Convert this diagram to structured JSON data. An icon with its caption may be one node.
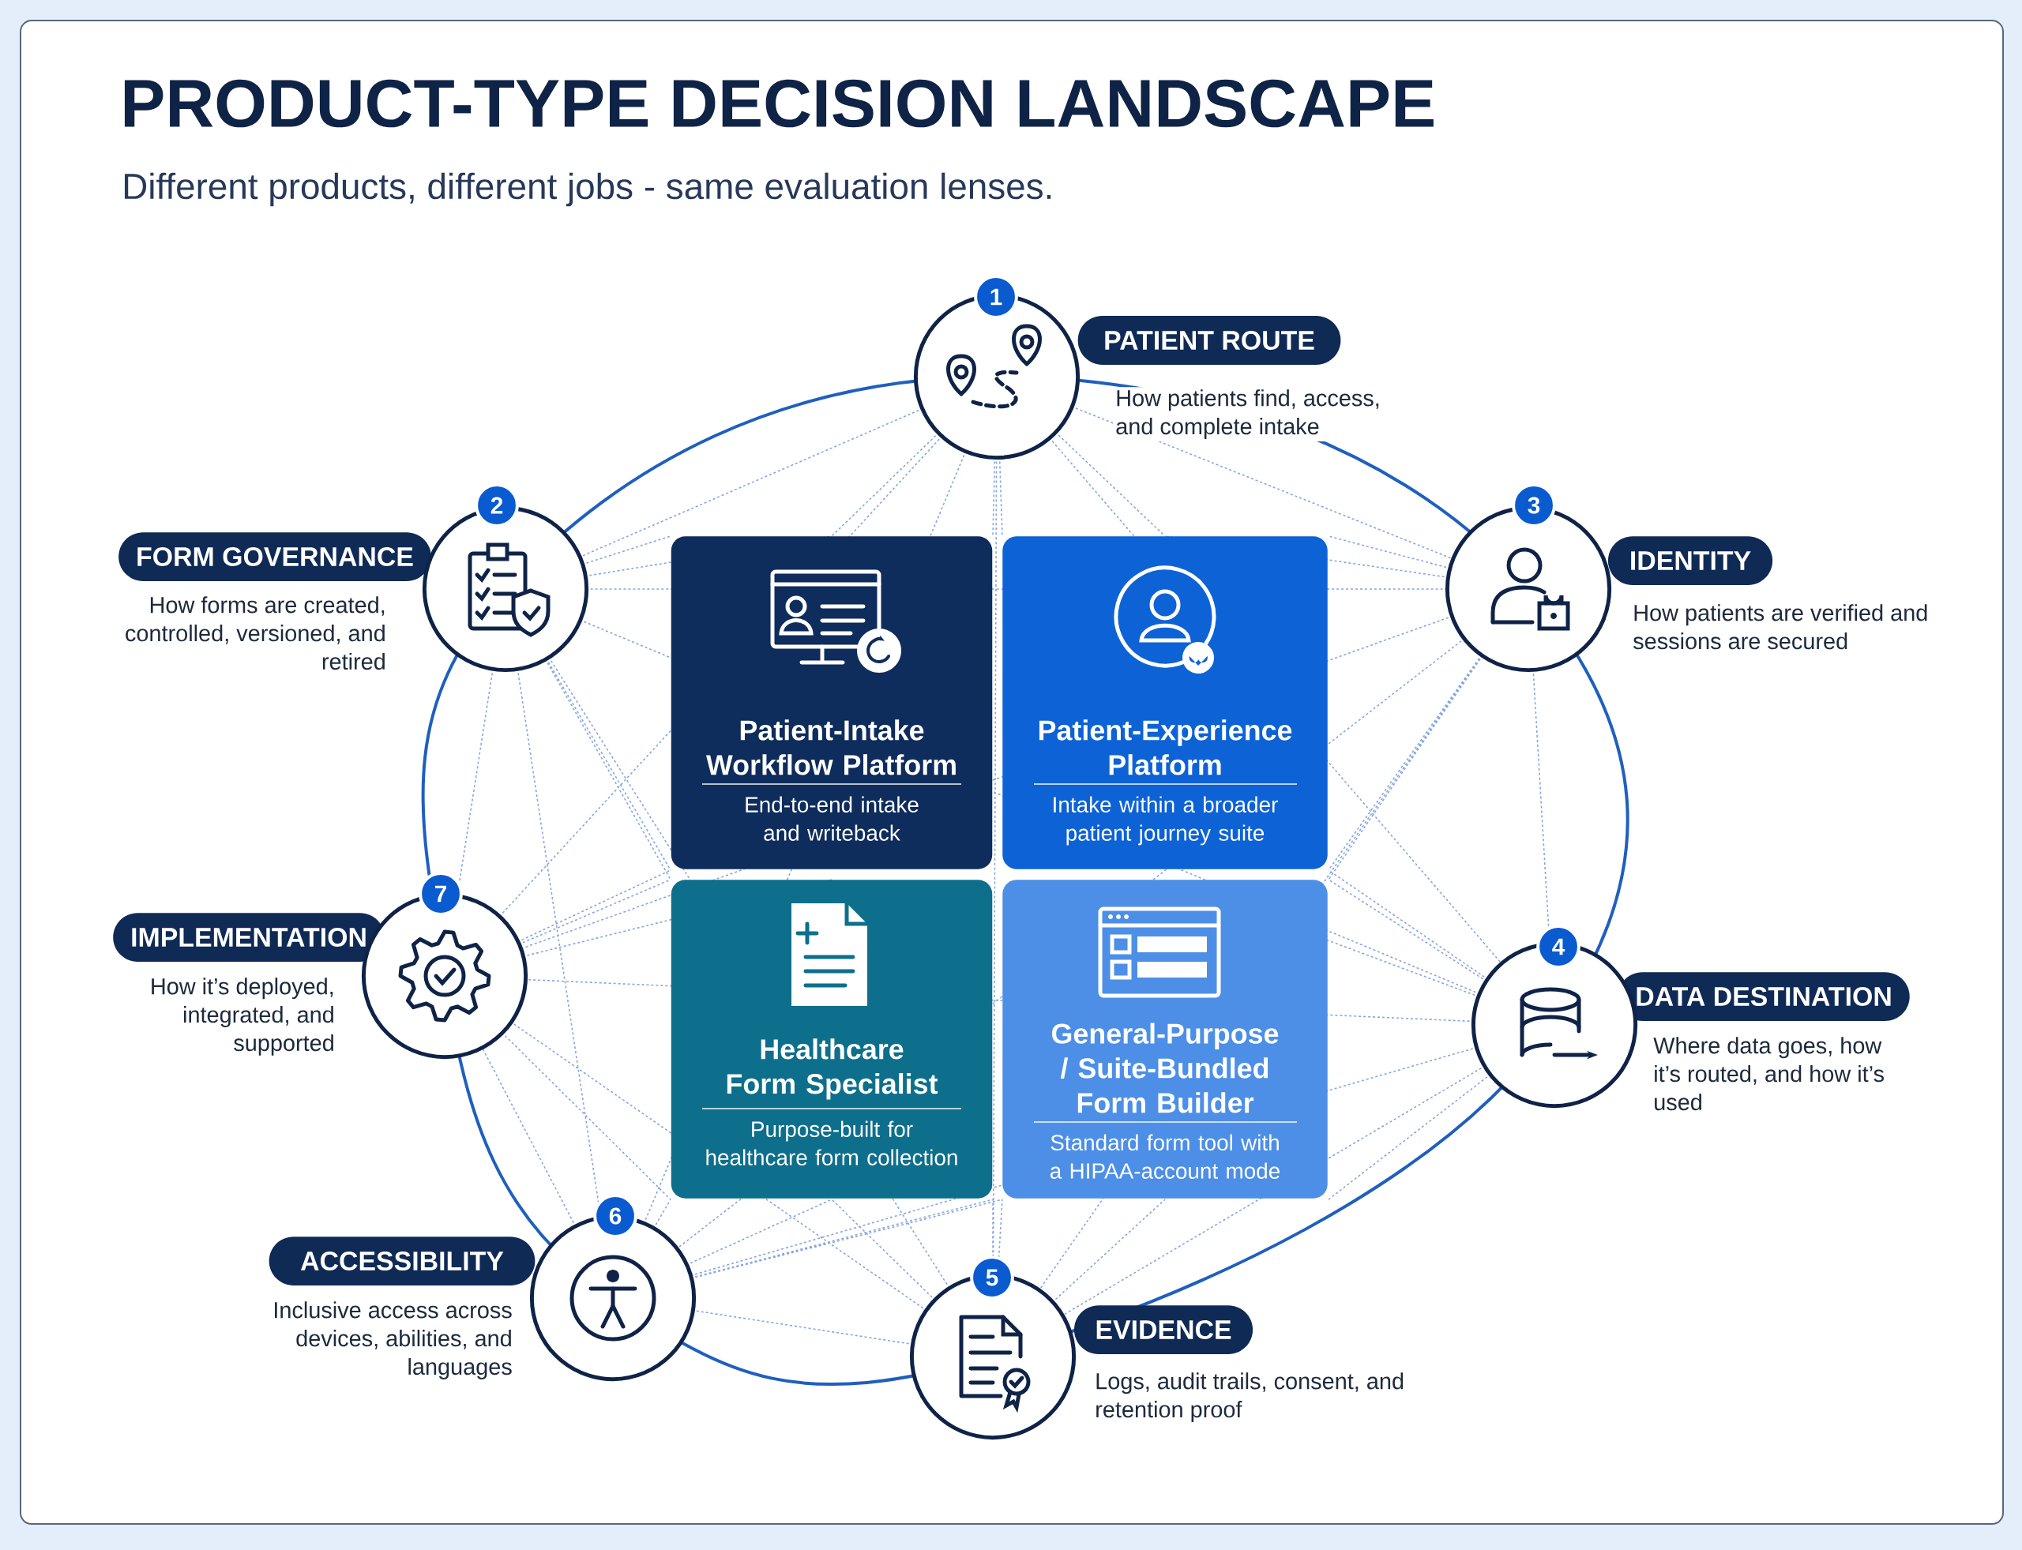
{
  "diagram": {
    "title": "PRODUCT-TYPE DECISION LANDSCAPE",
    "nodes": [
      {
        "text": [
          "1",
          "PATIENT ROUTE",
          "How patients find, access, and complete intake"
        ]
      },
      {
        "text": [
          "2",
          "FORM GOVERNANCE",
          "How forms are created, controlled, versioned, and retired"
        ]
      },
      {
        "text": [
          "3",
          "IDENTITY",
          "How patients are verified and sessions are secured"
        ]
      },
      {
        "text": [
          "4",
          "DATA DESTINATION",
          "Where data goes, how it’s routed, and how it’s used"
        ]
      },
      {
        "text": [
          "5",
          "EVIDENCE",
          "Logs, audit trails, consent, and retention proof"
        ]
      },
      {
        "text": [
          "6",
          "ACCESSIBILITY",
          "Inclusive access across devices, abilities, and languages"
        ]
      },
      {
        "text": [
          "7",
          "IMPLEMENTATION",
          "How it’s deployed, integrated, and supported"
        ]
      },
      {
        "text": [
          "Patient-Intake Workflow Platform",
          "End-to-end intake and writeback"
        ]
      },
      {
        "text": [
          "Patient-Experience Platform",
          "Intake within a broader patient journey suite"
        ]
      },
      {
        "text": [
          "Healthcare Form Specialist",
          "Purpose-built for healthcare form collection"
        ]
      },
      {
        "text": [
          "General-Purpose / Suite-Bundled Form Builder",
          "Standard form tool with a HIPAA-account mode"
        ]
      }
    ],
    "labels": [
      "Different products, different jobs - same evaluation lenses."
    ]
  }
}
